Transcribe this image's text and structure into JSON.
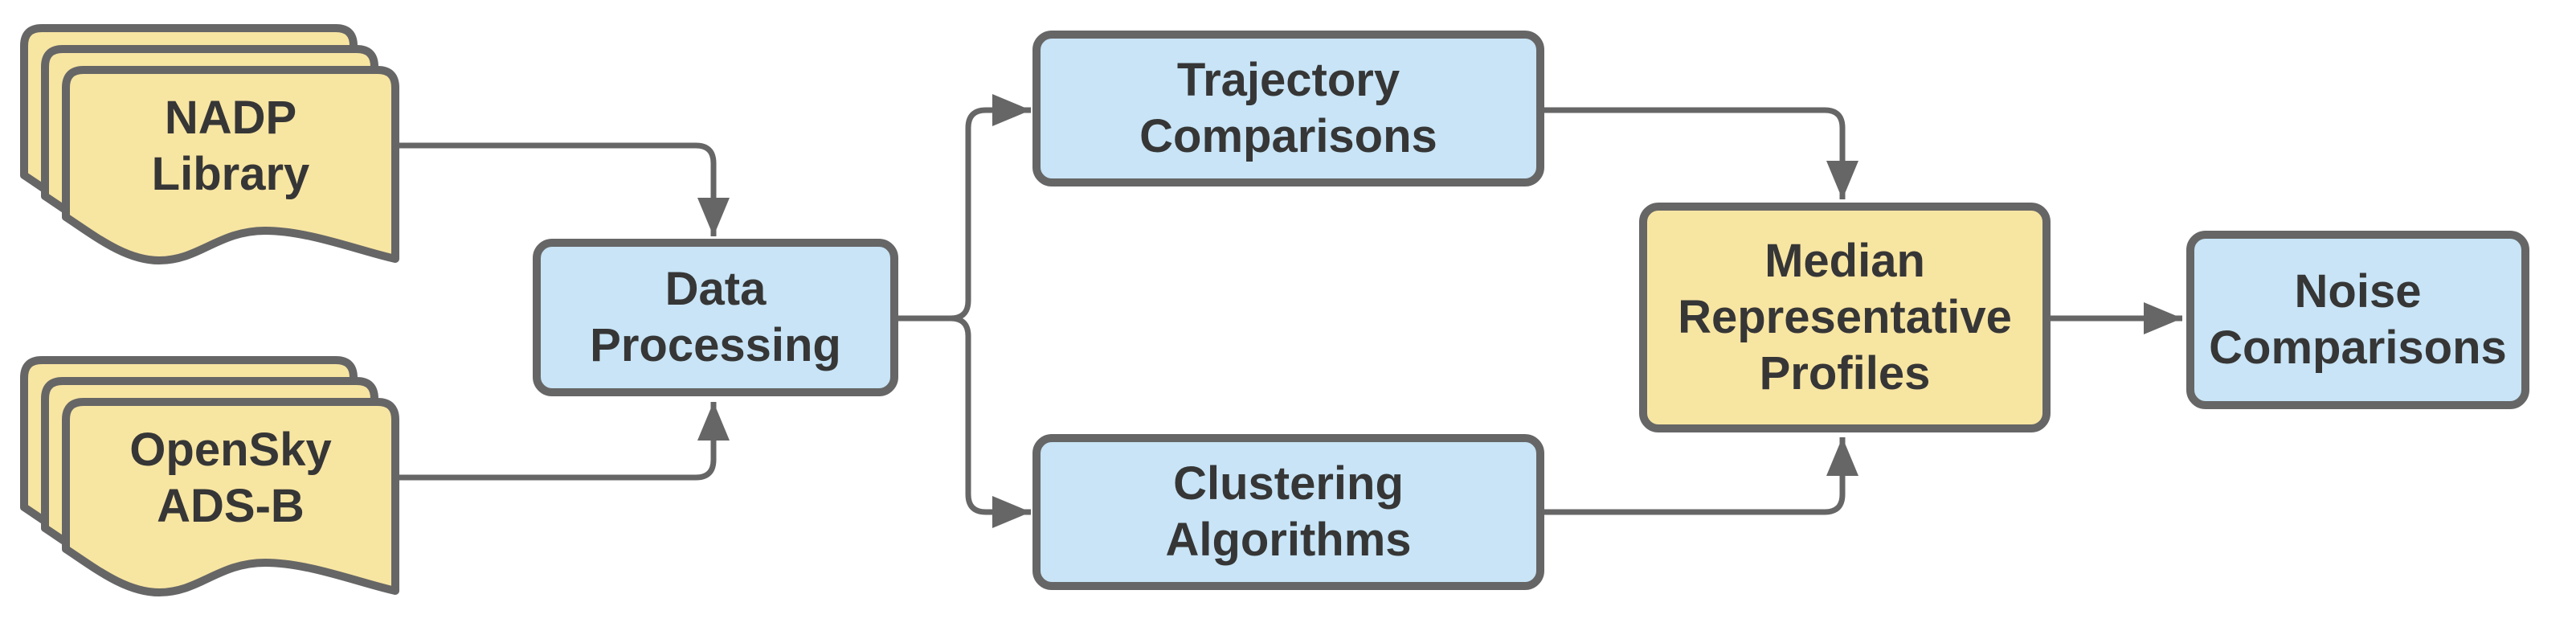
{
  "diagram": {
    "type": "flowchart",
    "colors": {
      "document_fill": "#F7E5A2",
      "process_fill_blue": "#C8E4F6",
      "process_fill_yellow": "#F7E5A2",
      "stroke": "#666666",
      "text": "#363636"
    },
    "nodes": [
      {
        "id": "nadp-library",
        "shape": "multi-document",
        "fill": "yellow",
        "lines": [
          "NADP",
          "Library"
        ]
      },
      {
        "id": "opensky-adsb",
        "shape": "multi-document",
        "fill": "yellow",
        "lines": [
          "OpenSky",
          "ADS-B"
        ]
      },
      {
        "id": "data-processing",
        "shape": "rounded-rectangle",
        "fill": "blue",
        "lines": [
          "Data",
          "Processing"
        ]
      },
      {
        "id": "trajectory-comparisons",
        "shape": "rounded-rectangle",
        "fill": "blue",
        "lines": [
          "Trajectory",
          "Comparisons"
        ]
      },
      {
        "id": "clustering-algorithms",
        "shape": "rounded-rectangle",
        "fill": "blue",
        "lines": [
          "Clustering",
          "Algorithms"
        ]
      },
      {
        "id": "median-representative-profiles",
        "shape": "rounded-rectangle",
        "fill": "yellow",
        "lines": [
          "Median",
          "Representative",
          "Profiles"
        ]
      },
      {
        "id": "noise-comparisons",
        "shape": "rounded-rectangle",
        "fill": "blue",
        "lines": [
          "Noise",
          "Comparisons"
        ]
      }
    ],
    "edges": [
      {
        "from": "nadp-library",
        "to": "data-processing"
      },
      {
        "from": "opensky-adsb",
        "to": "data-processing"
      },
      {
        "from": "data-processing",
        "to": "trajectory-comparisons"
      },
      {
        "from": "data-processing",
        "to": "clustering-algorithms"
      },
      {
        "from": "trajectory-comparisons",
        "to": "median-representative-profiles"
      },
      {
        "from": "clustering-algorithms",
        "to": "median-representative-profiles"
      },
      {
        "from": "median-representative-profiles",
        "to": "noise-comparisons"
      }
    ]
  }
}
